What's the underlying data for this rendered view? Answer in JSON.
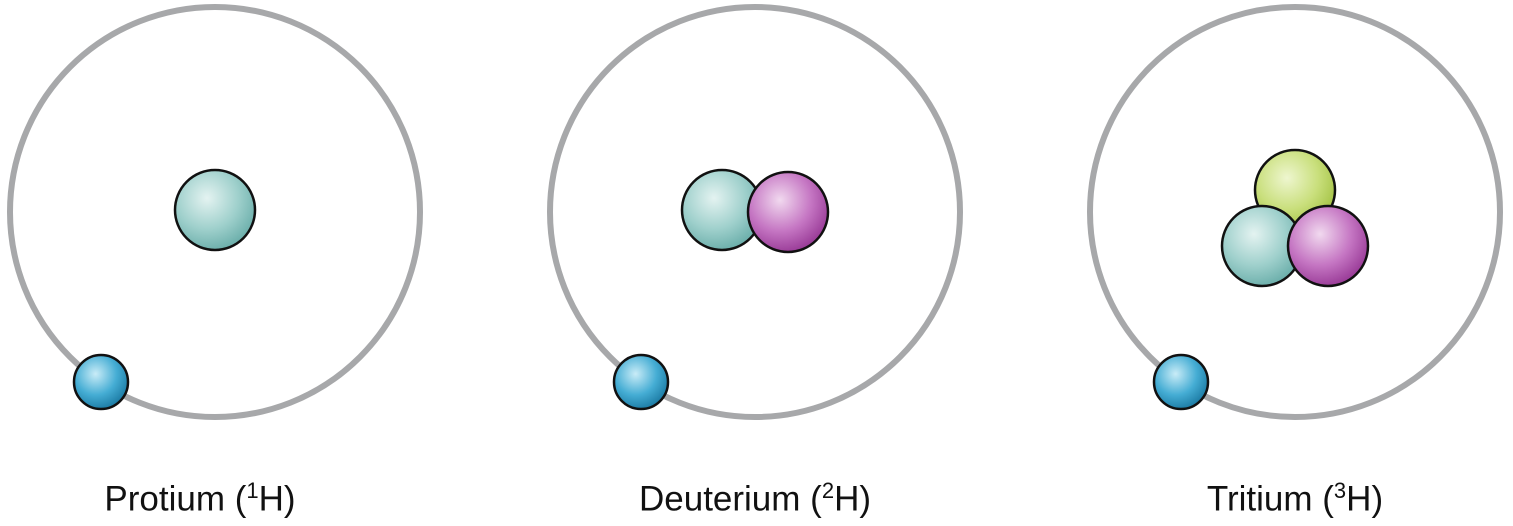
{
  "colors": {
    "orbit": "#a7a8aa",
    "proton": "#8fc9c5",
    "neutron": "#b863b8",
    "extra": "#c4dc72",
    "electron": "#3aa6cf"
  },
  "atoms": [
    {
      "name": "Protium",
      "mass": "1",
      "symbol": "H",
      "open": " (",
      "close": ")"
    },
    {
      "name": "Deuterium",
      "mass": "2",
      "symbol": "H",
      "open": " (",
      "close": ")"
    },
    {
      "name": "Tritium",
      "mass": "3",
      "symbol": "H",
      "open": " (",
      "close": ")"
    }
  ]
}
